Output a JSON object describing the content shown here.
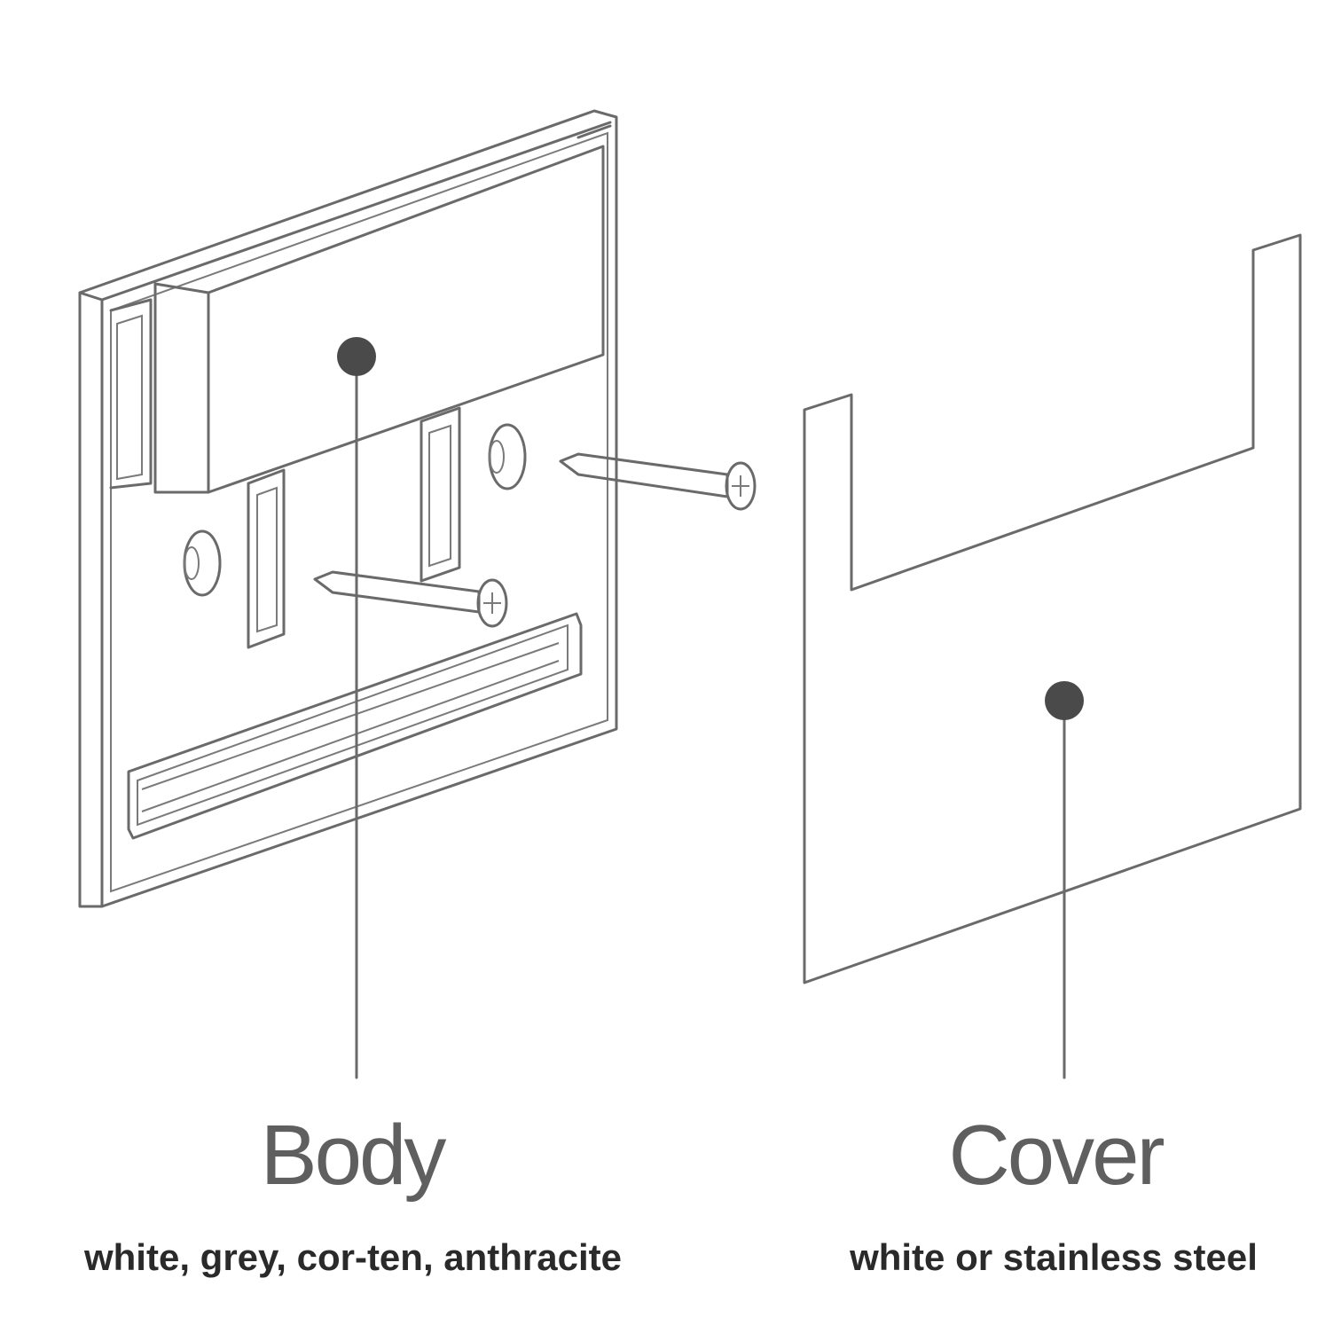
{
  "body": {
    "title": "Body",
    "subtitle": "white, grey, cor-ten, anthracite"
  },
  "cover": {
    "title": "Cover",
    "subtitle": "white or stainless steel"
  },
  "colors": {
    "line": "#6a6a6a",
    "dot": "#4a4a4a",
    "text": "#2a2a2a"
  }
}
